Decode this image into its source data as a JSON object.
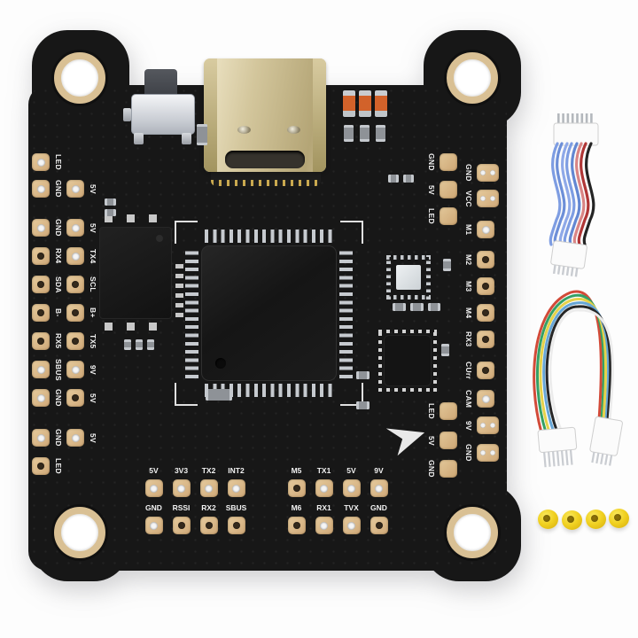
{
  "scene": {
    "background": "#ffffff",
    "board_color": "#171717",
    "pad_gold": "#d9bc8e",
    "silkscreen_color": "#f2f2f2"
  },
  "board": {
    "left_rows": [
      {
        "outer": "LED",
        "inner": ""
      },
      {
        "outer": "GND",
        "inner": "5V"
      },
      {
        "outer": "GND",
        "inner": "5V"
      },
      {
        "outer": "RX4",
        "inner": "TX4"
      },
      {
        "outer": "SDA",
        "inner": "SCL"
      },
      {
        "outer": "B-",
        "inner": "B+"
      },
      {
        "outer": "RX5",
        "inner": "TX5"
      },
      {
        "outer": "SBUS",
        "inner": "9V"
      },
      {
        "outer": "GND",
        "inner": "5V"
      },
      {
        "outer": "GND",
        "inner": "5V"
      },
      {
        "outer": "LED",
        "inner": ""
      }
    ],
    "right_outer": [
      "GND",
      "VCC",
      "M1",
      "M2",
      "M3",
      "M4",
      "RX3",
      "CUrr",
      "CAM",
      "9V",
      "GND"
    ],
    "right_inner_top": [
      "GND",
      "5V",
      "LED"
    ],
    "right_inner_bottom": [
      "LED",
      "5V",
      "GND"
    ],
    "bottom_left": {
      "top": [
        "5V",
        "3V3",
        "TX2",
        "INT2"
      ],
      "bottom": [
        "GND",
        "RSSI",
        "RX2",
        "SBUS"
      ]
    },
    "bottom_right": {
      "top": [
        "M5",
        "TX1",
        "5V",
        "9V"
      ],
      "bottom": [
        "M6",
        "RX1",
        "TVX",
        "GND"
      ]
    }
  },
  "cables": {
    "top": {
      "pin_count": 8,
      "wire_colors": [
        "#7e9de2",
        "#6d8fd8",
        "#8fa9e8",
        "#7e9de2",
        "#6387d2",
        "#d98585",
        "#b03636",
        "#242424"
      ]
    },
    "bottom": {
      "pin_count": 6,
      "wire_colors": [
        "#d24a38",
        "#35a065",
        "#e6d24a",
        "#66a6d6",
        "#262626",
        "#ececec"
      ]
    }
  },
  "grommets": {
    "count": 4,
    "color": "#f0d020"
  }
}
